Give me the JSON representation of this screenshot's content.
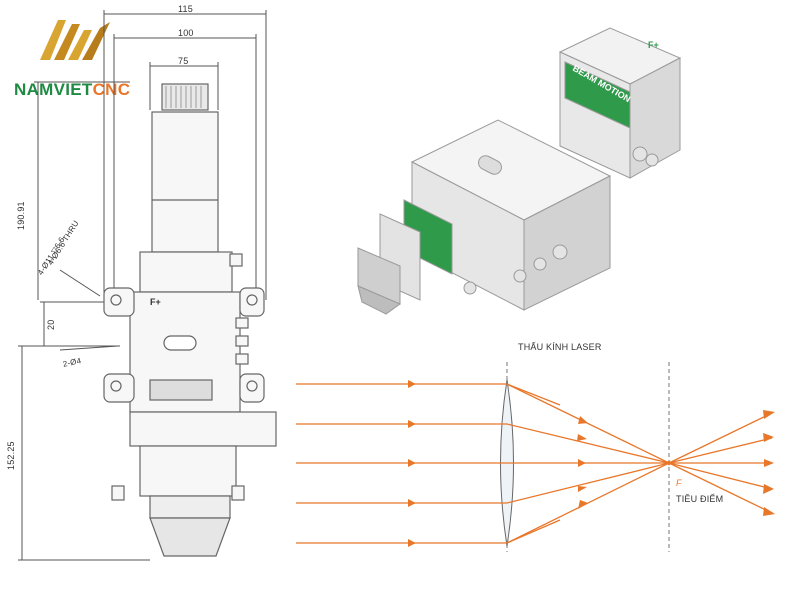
{
  "brand": {
    "name_part1": "NAMVIET",
    "name_part2": "CNC",
    "color_primary": "#1f8a43",
    "color_accent": "#e8772a",
    "logo_icon": "namviet-logo-icon"
  },
  "drawing": {
    "dim_top_1": "115",
    "dim_top_2": "100",
    "dim_top_3": "75",
    "dim_vertical_1": "190.91",
    "dim_vertical_2": "152.25",
    "dim_vertical_3": "20",
    "note_holes_1": "4-Ø6.6 THRU",
    "note_holes_2": "4-Ø11 ▽6.6",
    "note_hole_3": "2-Ø4"
  },
  "product": {
    "side_label": "BEAM MOTION",
    "logo": "F+"
  },
  "optics": {
    "lens_label": "THẤU KÍNH LASER",
    "focus_label": "TIÊU ĐIỂM",
    "focus_symbol": "F",
    "ray_color": "#e8772a",
    "ray_count": 5
  }
}
